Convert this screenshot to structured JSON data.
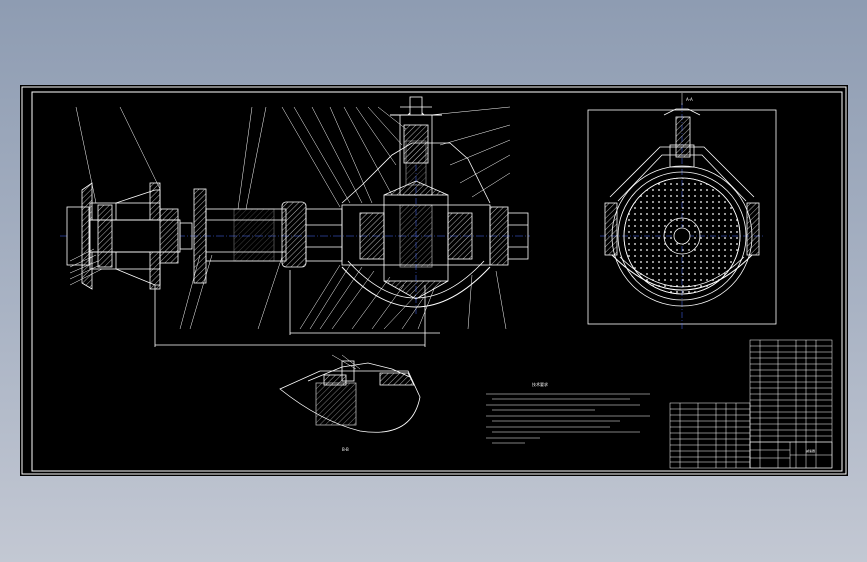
{
  "drawing": {
    "section_label_top": "A-A",
    "section_label_bottom": "B-B",
    "tech_req_title": "技术要求",
    "title_block_name": "减速器"
  },
  "colors": {
    "page_bg": "#8e9cb2",
    "canvas": "#000000",
    "line": "#ffffff",
    "hatch": "#ffffff",
    "accent": "#ff3333",
    "center": "#4a6cff"
  }
}
